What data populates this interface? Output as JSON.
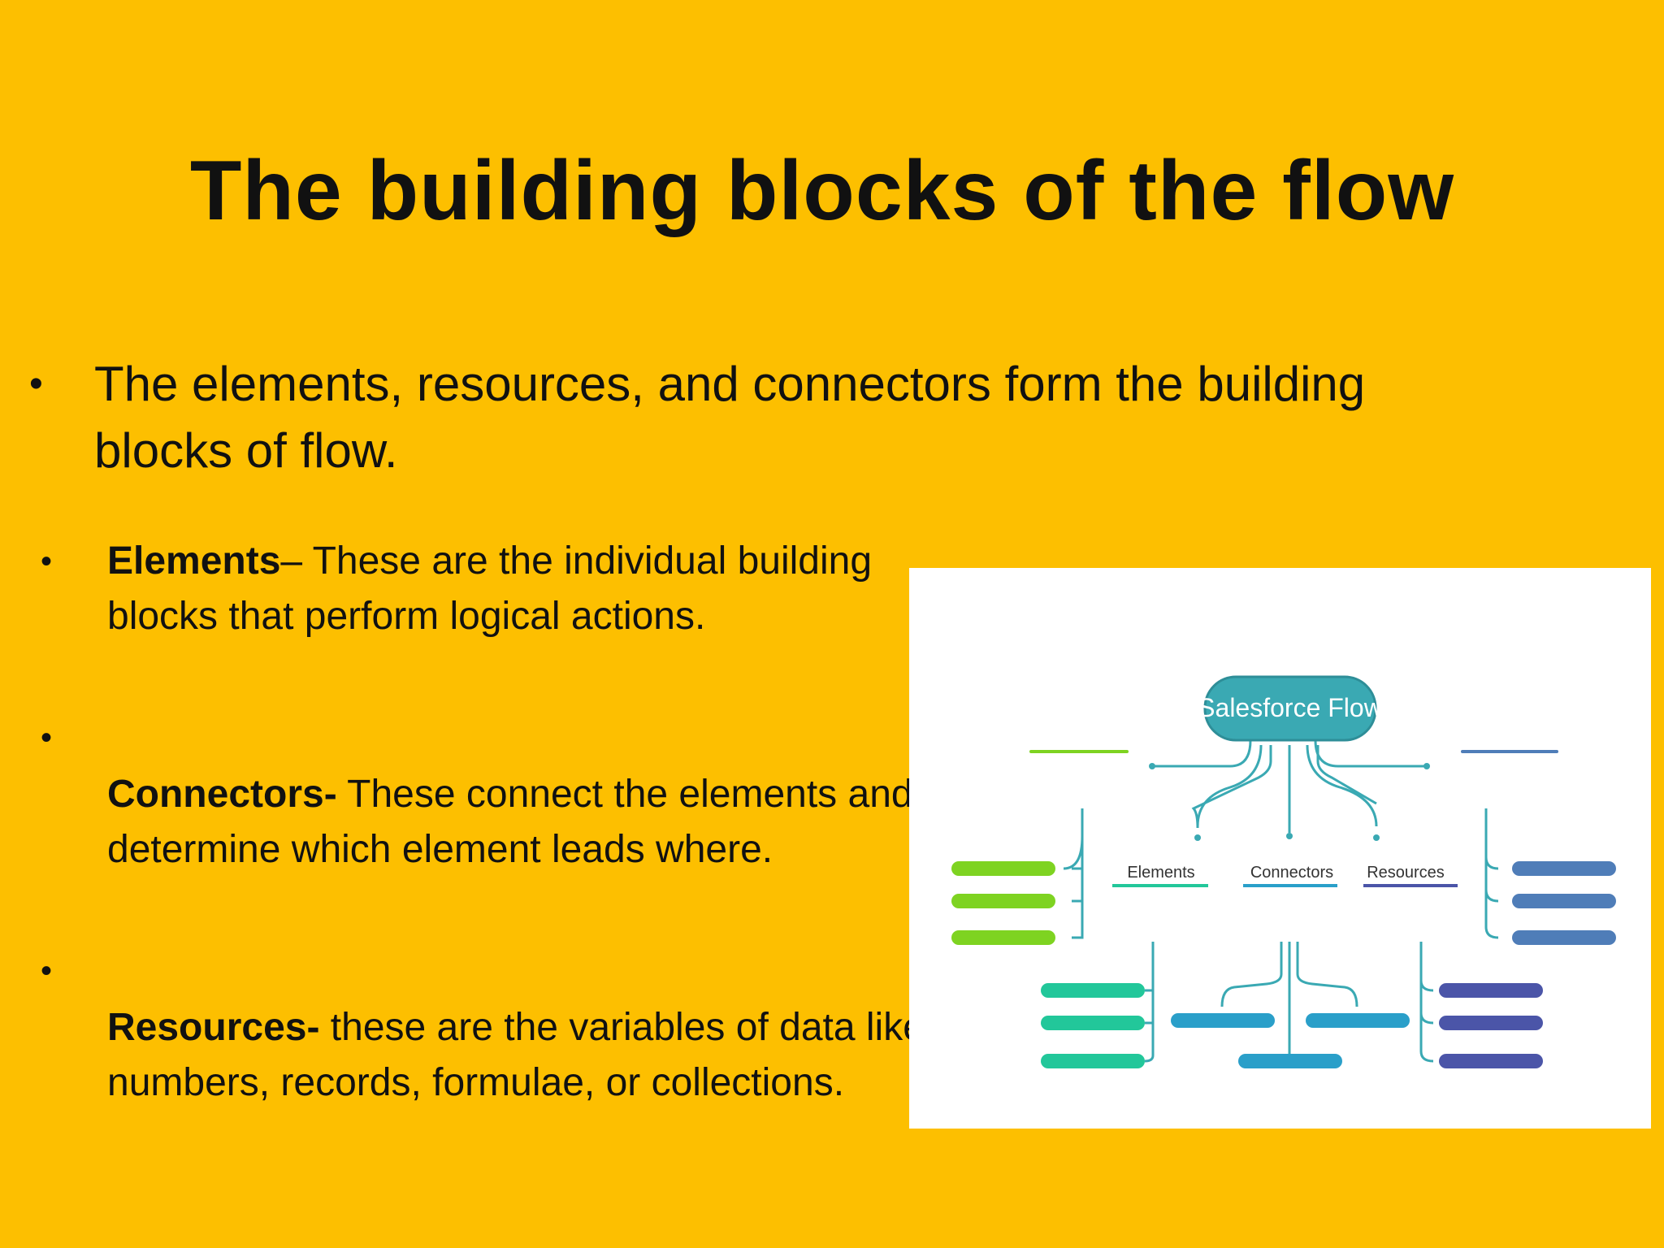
{
  "colors": {
    "background": "#FDBF00",
    "text": "#111111",
    "teal": "#3AA9B3",
    "green": "#7ED321",
    "mint": "#22C79A",
    "blue": "#2A9FC9",
    "steel": "#4F7DB8",
    "indigo": "#4B55A8"
  },
  "slide": {
    "title": "The building blocks of the flow",
    "main_bullet": "The elements, resources, and connectors form the building blocks of flow.",
    "bullets": [
      {
        "term": "Elements",
        "description": "– These are the individual building blocks that perform logical actions."
      },
      {
        "term": "Connectors-",
        "description": " These connect the elements and determine which element leads where."
      },
      {
        "term": "Resources-",
        "description": " these are the variables of data like numbers, records, formulae, or collections."
      }
    ]
  },
  "diagram": {
    "root": "Salesforce Flow",
    "branches": [
      "Elements",
      "Connectors",
      "Resources"
    ]
  }
}
